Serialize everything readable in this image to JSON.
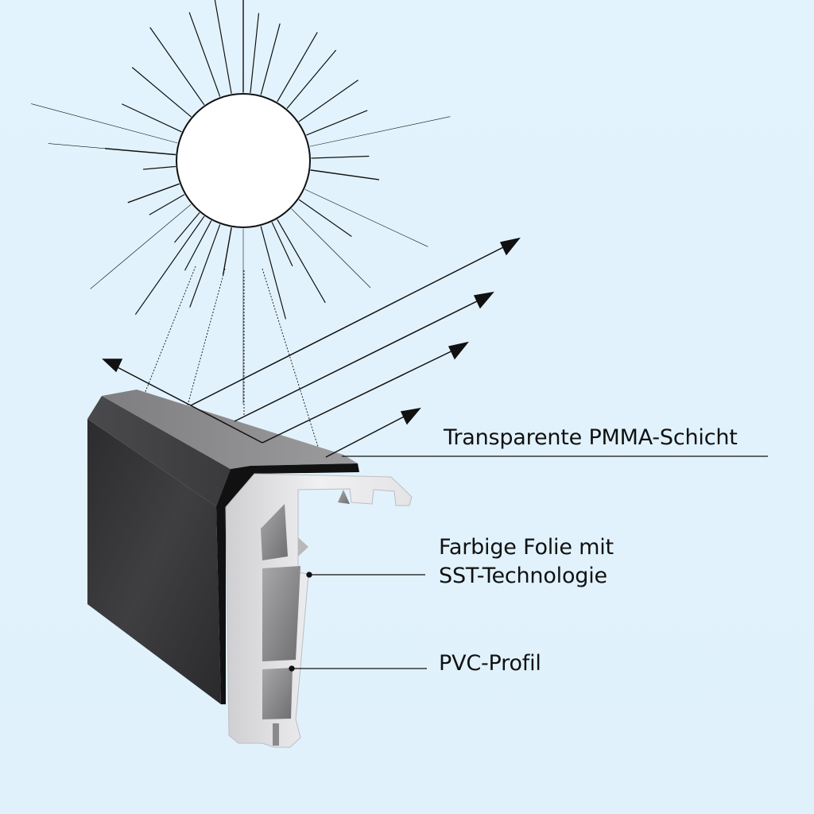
{
  "diagram": {
    "title": "",
    "subject": "Fensterprofil-Querschnitt mit Sonneneinstrahlung",
    "colors": {
      "background": "#e1f2fd",
      "sun_fill": "#ffffff",
      "line": "#111111",
      "profile_dark": "#3a3a3c",
      "profile_top": "#8e8e90",
      "pvc": "#e6e6e8"
    },
    "elements": {
      "sun": {
        "icon": "sun-icon"
      },
      "incoming_rays": "gestrichelte Linien von der Sonne zum Profil",
      "reflected_arrows": {
        "count": 5,
        "icon": "arrow-icon"
      }
    },
    "labels": [
      {
        "id": "pmma",
        "text": "Transparente PMMA-Schicht"
      },
      {
        "id": "folie",
        "line1": "Farbige Folie mit",
        "line2": "SST-Technologie"
      },
      {
        "id": "pvc",
        "text": "PVC-Profil"
      }
    ]
  }
}
